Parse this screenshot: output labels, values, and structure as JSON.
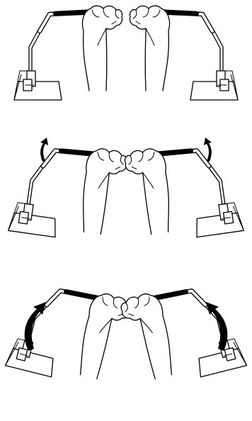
{
  "figure": {
    "panels": [
      {
        "id": "step-1",
        "arrow_size": "none"
      },
      {
        "id": "step-2",
        "arrow_size": "small"
      },
      {
        "id": "step-3",
        "arrow_size": "large"
      }
    ],
    "line_color": "#000000",
    "background_color": "#ffffff"
  }
}
